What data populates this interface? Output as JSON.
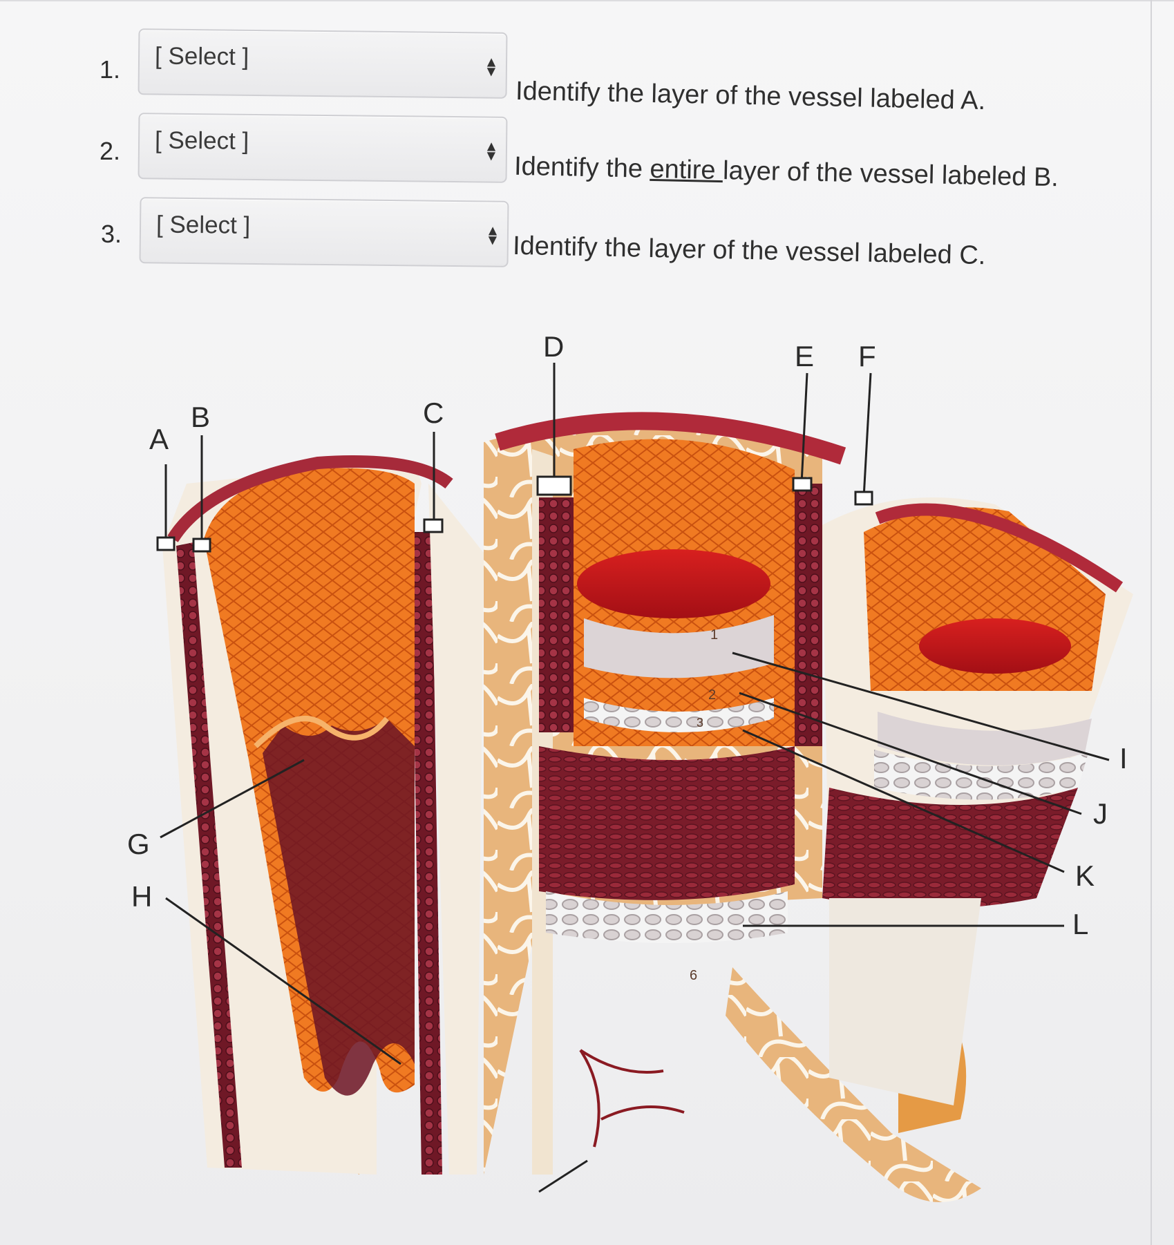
{
  "questions": [
    {
      "number": "1.",
      "select_label": "[ Select ]",
      "text": "Identify the layer of the vessel labeled A."
    },
    {
      "number": "2.",
      "select_label": "[ Select ]",
      "text_before": "Identify the ",
      "text_underlined": "entire ",
      "text_after": "layer of the vessel labeled B."
    },
    {
      "number": "3.",
      "select_label": "[ Select ]",
      "text": "Identify the layer of the vessel labeled C."
    }
  ],
  "diagram": {
    "labels": [
      "A",
      "B",
      "C",
      "D",
      "E",
      "F",
      "G",
      "H",
      "I",
      "J",
      "K",
      "L"
    ],
    "model_numbers": [
      "1",
      "2",
      "3",
      "6"
    ]
  },
  "colors": {
    "tunica_media": "#7e1f2c",
    "endothelium": "#ee7320",
    "lumen_blood": "#c8151b",
    "adventitia": "#eccfa0"
  }
}
